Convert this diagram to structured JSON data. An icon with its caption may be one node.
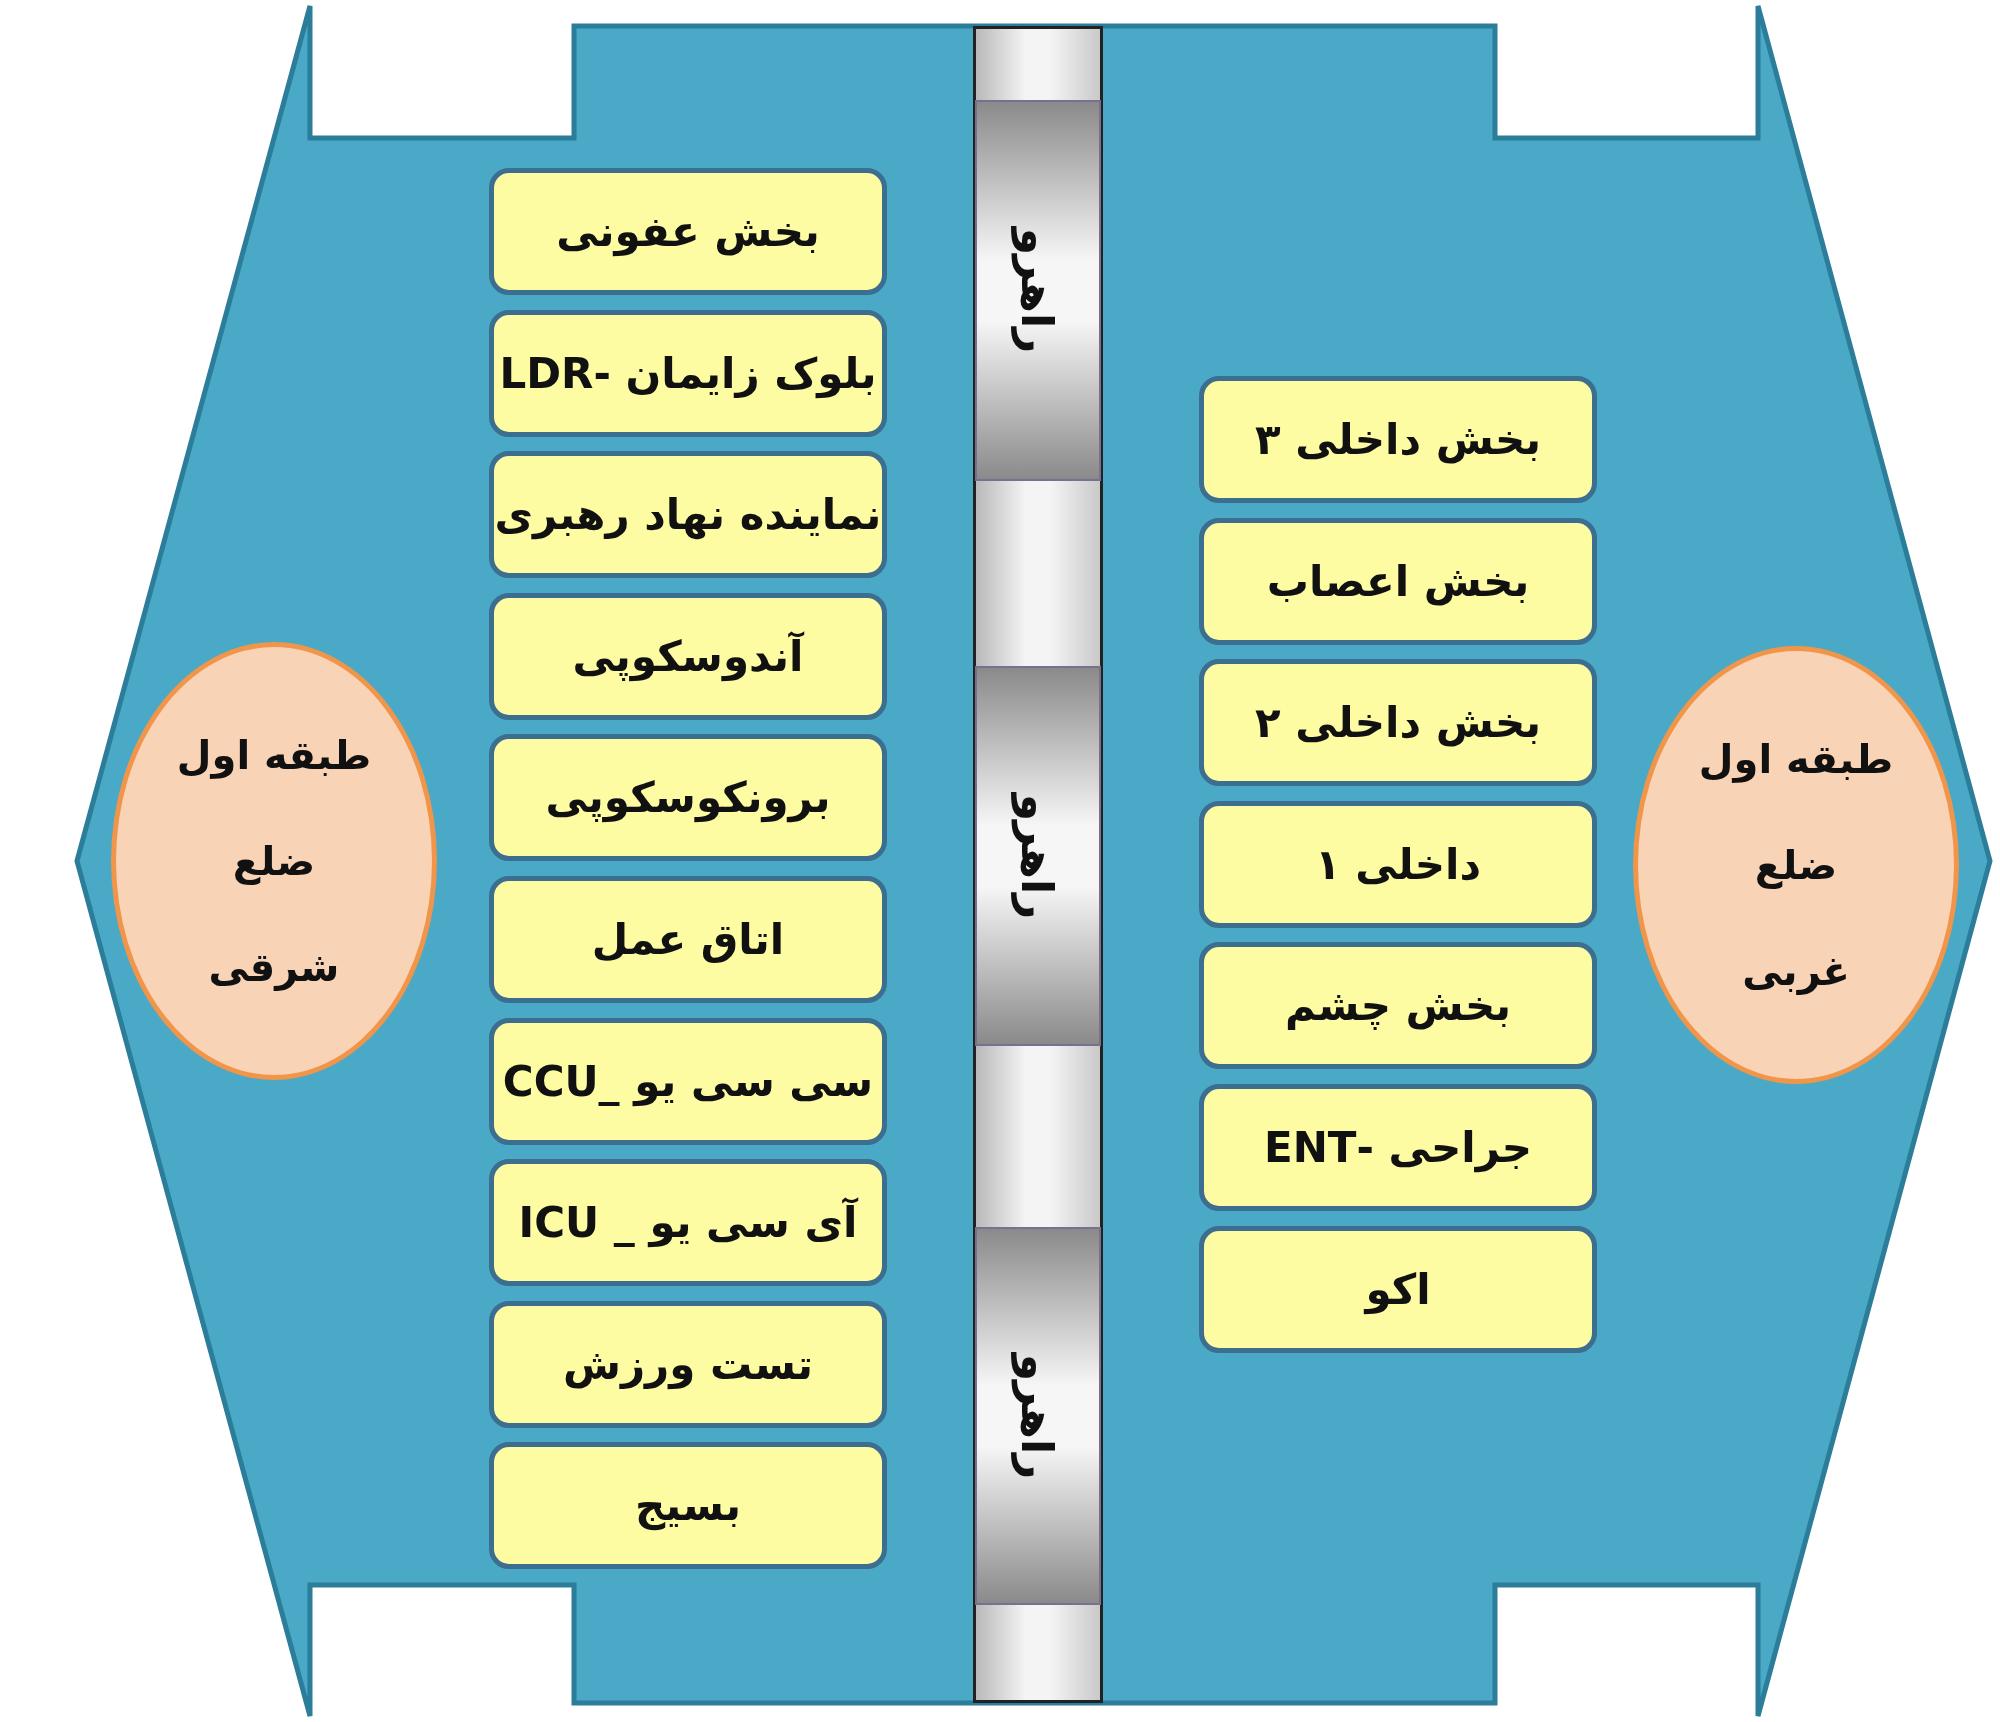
{
  "diagram": {
    "nodes": [
      {
        "text": [
          "طبقه اول ضلع شرقی"
        ]
      },
      {
        "text": [
          "بخش عفونی"
        ]
      },
      {
        "text": [
          "بلوک زایمان -LDR"
        ]
      },
      {
        "text": [
          "نماینده نهاد رهبری"
        ]
      },
      {
        "text": [
          "آندوسکوپی"
        ]
      },
      {
        "text": [
          "برونکوسکوپی"
        ]
      },
      {
        "text": [
          "اتاق عمل"
        ]
      },
      {
        "text": [
          "سی سی یو _CCU"
        ]
      },
      {
        "text": [
          "آی سی یو _ ICU"
        ]
      },
      {
        "text": [
          "تست ورزش"
        ]
      },
      {
        "text": [
          "بسیج"
        ]
      },
      {
        "text": [
          "راهرو"
        ]
      },
      {
        "text": [
          "راهرو"
        ]
      },
      {
        "text": [
          "راهرو"
        ]
      },
      {
        "text": [
          "بخش داخلی ۳"
        ]
      },
      {
        "text": [
          "بخش اعصاب"
        ]
      },
      {
        "text": [
          "بخش داخلی ۲"
        ]
      },
      {
        "text": [
          "داخلی ۱"
        ]
      },
      {
        "text": [
          "بخش چشم"
        ]
      },
      {
        "text": [
          "جراحی -ENT"
        ]
      },
      {
        "text": [
          "اکو"
        ]
      },
      {
        "text": [
          "طبقه اول ضلع غربی"
        ]
      }
    ]
  }
}
